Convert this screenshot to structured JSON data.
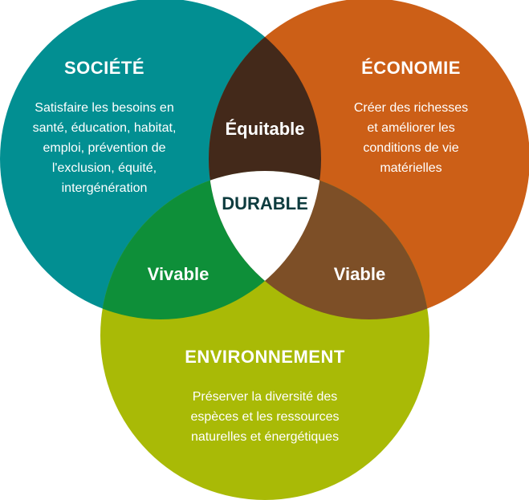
{
  "colors": {
    "societe": "#028f92",
    "economie": "#cc5f17",
    "environnement": "#a9ba06",
    "equitable": "#43291a",
    "vivable": "#0e8f39",
    "viable": "#7d4f27",
    "durable_bg": "#ffffff",
    "durable_text": "#0d3b3e"
  },
  "societe": {
    "title": "SOCIÉTÉ",
    "lines": [
      "Satisfaire les besoins en",
      "santé, éducation, habitat,",
      "emploi, prévention de",
      "l'exclusion, équité,",
      "intergénération"
    ]
  },
  "economie": {
    "title": "ÉCONOMIE",
    "lines": [
      "Créer des richesses",
      "et améliorer les",
      "conditions de vie",
      "matérielles"
    ]
  },
  "environnement": {
    "title": "ENVIRONNEMENT",
    "lines": [
      "Préserver la diversité des",
      "espèces et les ressources",
      "naturelles et énergétiques"
    ]
  },
  "overlaps": {
    "equitable": "Équitable",
    "vivable": "Vivable",
    "viable": "Viable",
    "durable": "DURABLE"
  }
}
